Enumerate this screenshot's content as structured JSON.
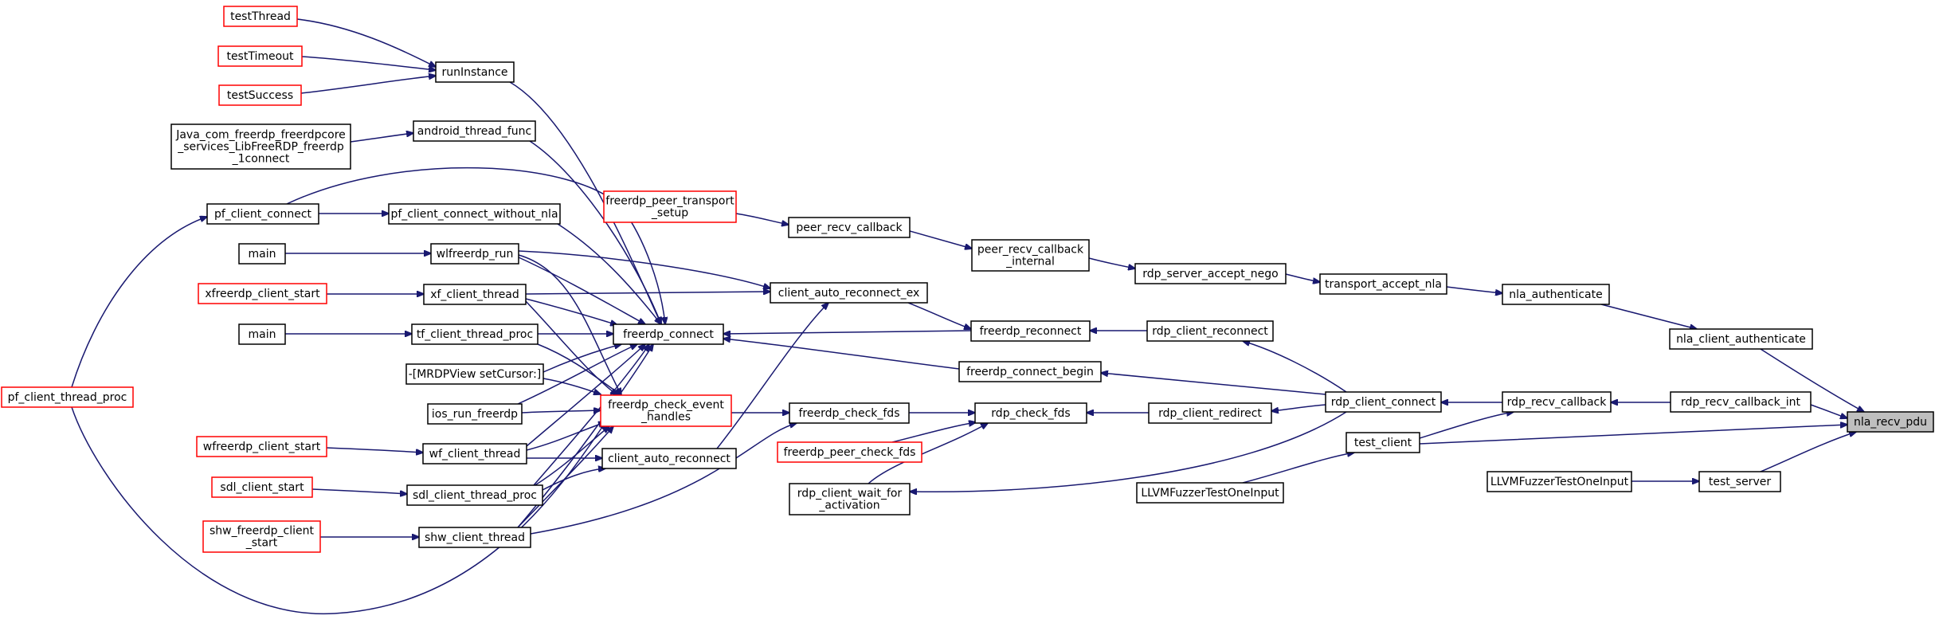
{
  "colors": {
    "edge": "#191970",
    "node_border": "#000000",
    "node_border_truncated": "#ff0000",
    "focus_fill": "#bfbfbf",
    "node_fill": "#ffffff"
  },
  "nodes": [
    {
      "id": "testThread",
      "lines": [
        "testThread"
      ],
      "truncated": true
    },
    {
      "id": "testTimeout",
      "lines": [
        "testTimeout"
      ],
      "truncated": true
    },
    {
      "id": "testSuccess",
      "lines": [
        "testSuccess"
      ],
      "truncated": true
    },
    {
      "id": "runInstance",
      "lines": [
        "runInstance"
      ]
    },
    {
      "id": "java_com",
      "lines": [
        "Java_com_freerdp_freerdpcore",
        "_services_LibFreeRDP_freerdp",
        "_1connect"
      ]
    },
    {
      "id": "android_thread_func",
      "lines": [
        "android_thread_func"
      ]
    },
    {
      "id": "pf_client_connect",
      "lines": [
        "pf_client_connect"
      ]
    },
    {
      "id": "pf_client_connect_without_nla",
      "lines": [
        "pf_client_connect_without_nla"
      ]
    },
    {
      "id": "main1",
      "lines": [
        "main"
      ]
    },
    {
      "id": "wlfreerdp_run",
      "lines": [
        "wlfreerdp_run"
      ]
    },
    {
      "id": "xfreerdp_client_start",
      "lines": [
        "xfreerdp_client_start"
      ],
      "truncated": true
    },
    {
      "id": "xf_client_thread",
      "lines": [
        "xf_client_thread"
      ]
    },
    {
      "id": "main2",
      "lines": [
        "main"
      ]
    },
    {
      "id": "tf_client_thread_proc",
      "lines": [
        "tf_client_thread_proc"
      ]
    },
    {
      "id": "mrdpview",
      "lines": [
        "-[MRDPView setCursor:]"
      ]
    },
    {
      "id": "ios_run_freerdp",
      "lines": [
        "ios_run_freerdp"
      ]
    },
    {
      "id": "wfreerdp_client_start",
      "lines": [
        "wfreerdp_client_start"
      ],
      "truncated": true
    },
    {
      "id": "wf_client_thread",
      "lines": [
        "wf_client_thread"
      ]
    },
    {
      "id": "sdl_client_start",
      "lines": [
        "sdl_client_start"
      ],
      "truncated": true
    },
    {
      "id": "sdl_client_thread_proc",
      "lines": [
        "sdl_client_thread_proc"
      ]
    },
    {
      "id": "shw_freerdp_client_start",
      "lines": [
        "shw_freerdp_client",
        "_start"
      ],
      "truncated": true
    },
    {
      "id": "shw_client_thread",
      "lines": [
        "shw_client_thread"
      ]
    },
    {
      "id": "pf_client_thread_proc",
      "lines": [
        "pf_client_thread_proc"
      ],
      "truncated": true
    },
    {
      "id": "freerdp_connect",
      "lines": [
        "freerdp_connect"
      ]
    },
    {
      "id": "freerdp_check_event_handles",
      "lines": [
        "freerdp_check_event",
        "_handles"
      ],
      "truncated": true
    },
    {
      "id": "client_auto_reconnect",
      "lines": [
        "client_auto_reconnect"
      ]
    },
    {
      "id": "freerdp_peer_transport_setup",
      "lines": [
        "freerdp_peer_transport",
        "_setup"
      ],
      "truncated": true
    },
    {
      "id": "peer_recv_callback",
      "lines": [
        "peer_recv_callback"
      ]
    },
    {
      "id": "client_auto_reconnect_ex",
      "lines": [
        "client_auto_reconnect_ex"
      ]
    },
    {
      "id": "freerdp_check_fds",
      "lines": [
        "freerdp_check_fds"
      ]
    },
    {
      "id": "freerdp_peer_check_fds",
      "lines": [
        "freerdp_peer_check_fds"
      ],
      "truncated": true
    },
    {
      "id": "rdp_client_wait_for_activation",
      "lines": [
        "rdp_client_wait_for",
        "_activation"
      ]
    },
    {
      "id": "peer_recv_callback_internal",
      "lines": [
        "peer_recv_callback",
        "_internal"
      ]
    },
    {
      "id": "freerdp_reconnect",
      "lines": [
        "freerdp_reconnect"
      ]
    },
    {
      "id": "freerdp_connect_begin",
      "lines": [
        "freerdp_connect_begin"
      ]
    },
    {
      "id": "rdp_check_fds",
      "lines": [
        "rdp_check_fds"
      ]
    },
    {
      "id": "rdp_server_accept_nego",
      "lines": [
        "rdp_server_accept_nego"
      ]
    },
    {
      "id": "rdp_client_reconnect",
      "lines": [
        "rdp_client_reconnect"
      ]
    },
    {
      "id": "rdp_client_redirect",
      "lines": [
        "rdp_client_redirect"
      ]
    },
    {
      "id": "llvm1",
      "lines": [
        "LLVMFuzzerTestOneInput"
      ]
    },
    {
      "id": "transport_accept_nla",
      "lines": [
        "transport_accept_nla"
      ]
    },
    {
      "id": "rdp_client_connect",
      "lines": [
        "rdp_client_connect"
      ]
    },
    {
      "id": "test_client",
      "lines": [
        "test_client"
      ]
    },
    {
      "id": "nla_authenticate",
      "lines": [
        "nla_authenticate"
      ]
    },
    {
      "id": "rdp_recv_callback",
      "lines": [
        "rdp_recv_callback"
      ]
    },
    {
      "id": "llvm2",
      "lines": [
        "LLVMFuzzerTestOneInput"
      ]
    },
    {
      "id": "nla_client_authenticate",
      "lines": [
        "nla_client_authenticate"
      ]
    },
    {
      "id": "rdp_recv_callback_int",
      "lines": [
        "rdp_recv_callback_int"
      ]
    },
    {
      "id": "test_server",
      "lines": [
        "test_server"
      ]
    },
    {
      "id": "nla_recv_pdu",
      "lines": [
        "nla_recv_pdu"
      ],
      "focus": true
    }
  ]
}
